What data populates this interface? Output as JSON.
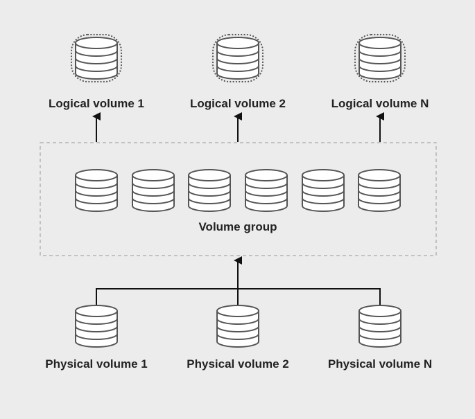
{
  "logical_volumes": [
    {
      "label": "Logical volume 1"
    },
    {
      "label": "Logical volume 2"
    },
    {
      "label": "Logical volume N"
    }
  ],
  "volume_group": {
    "label": "Volume group",
    "extent_count": 6
  },
  "physical_volumes": [
    {
      "label": "Physical volume 1"
    },
    {
      "label": "Physical volume 2"
    },
    {
      "label": "Physical volume N"
    }
  ],
  "colors": {
    "background": "#ececec",
    "stroke": "#555555",
    "text": "#222222",
    "arrow": "#111111",
    "dashed_border": "#b3b3b3"
  },
  "icons": {
    "logical_volume": "disk-stack-dotted-halo-icon",
    "extent": "disk-stack-icon",
    "physical_volume": "disk-stack-icon"
  }
}
